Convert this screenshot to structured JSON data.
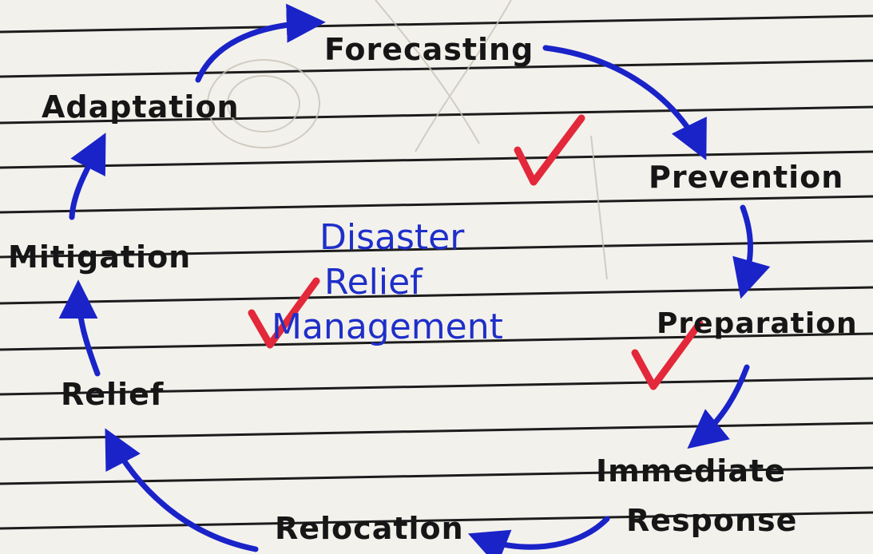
{
  "diagram": {
    "center_title_lines": [
      "Disaster",
      "Relief",
      "Management"
    ],
    "cycle_stages": [
      "Forecasting",
      "Prevention",
      "Preparation",
      "Immediate Response",
      "Relocation",
      "Relief",
      "Mitigation",
      "Adaptation"
    ],
    "stage_labels": {
      "forecasting": "Forecasting",
      "prevention": "Prevention",
      "preparation": "Preparation",
      "immediate": "Immediate",
      "response": "Response",
      "relocation": "Relocation",
      "relief": "Relief",
      "mitigation": "Mitigation",
      "adaptation": "Adaptation"
    },
    "colors": {
      "arrow": "#1a23c8",
      "title": "#1f2fc9",
      "check_mark": "#e2283a",
      "ruled_line": "#1c1c1c",
      "paper": "#f3f1ec"
    }
  }
}
